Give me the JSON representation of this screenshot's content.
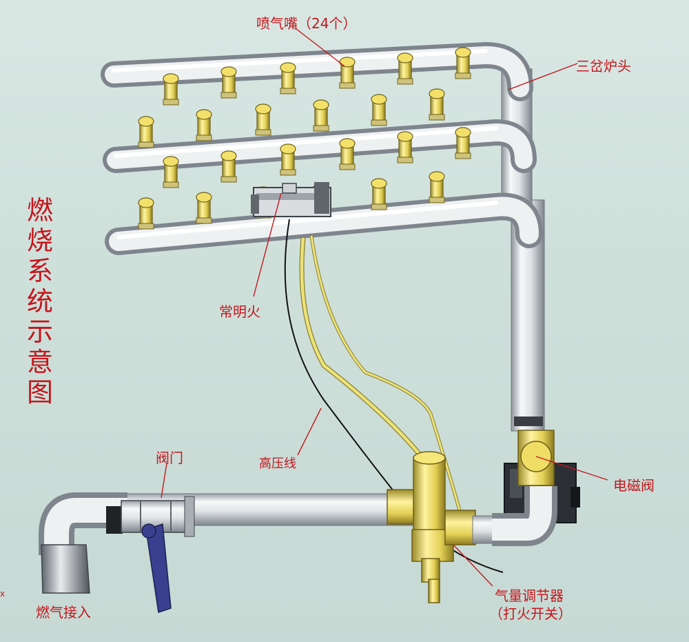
{
  "title_chars": [
    "燃",
    "烧",
    "系",
    "统",
    "示",
    "意",
    "图"
  ],
  "labels": {
    "nozzle": "喷气嘴（24个）",
    "burner": "三岔炉头",
    "pilot": "常明火",
    "hv_wire": "高压线",
    "valve": "阀门",
    "solenoid": "电磁阀",
    "regulator_1": "气量调节器",
    "regulator_2": "（打火开关）",
    "gas_inlet": "燃气接入",
    "corner_mark": "x"
  },
  "colors": {
    "label_red": "#c4161c",
    "pipe_light": "#f4f6f6",
    "pipe_dark": "#8a9098",
    "brass": "#e5d35a",
    "brass_dark": "#9a8a2a",
    "wire_yellow": "#ece27a",
    "handle_blue": "#3b3f8f"
  },
  "nozzle_count": 24
}
